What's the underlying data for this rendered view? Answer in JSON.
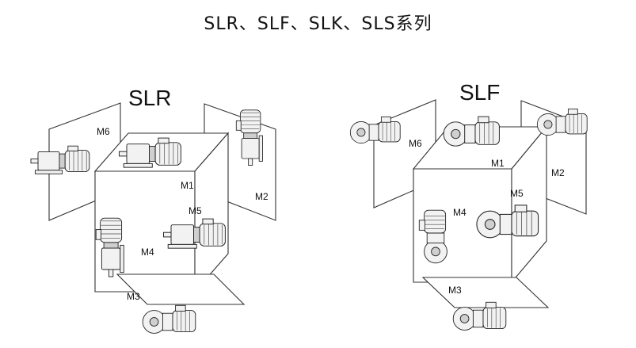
{
  "title": "SLR、SLF、SLK、SLS系列",
  "diagrams": [
    {
      "series": "SLR",
      "positions": [
        "M1",
        "M2",
        "M3",
        "M4",
        "M5",
        "M6"
      ]
    },
    {
      "series": "SLF",
      "positions": [
        "M1",
        "M2",
        "M3",
        "M4",
        "M5",
        "M6"
      ]
    }
  ],
  "colors": {
    "line": "#333333",
    "motor_fill": "#f2f2f2",
    "background": "#ffffff"
  },
  "icons": [
    "gear-motor-icon",
    "flange-gear-motor-icon"
  ]
}
